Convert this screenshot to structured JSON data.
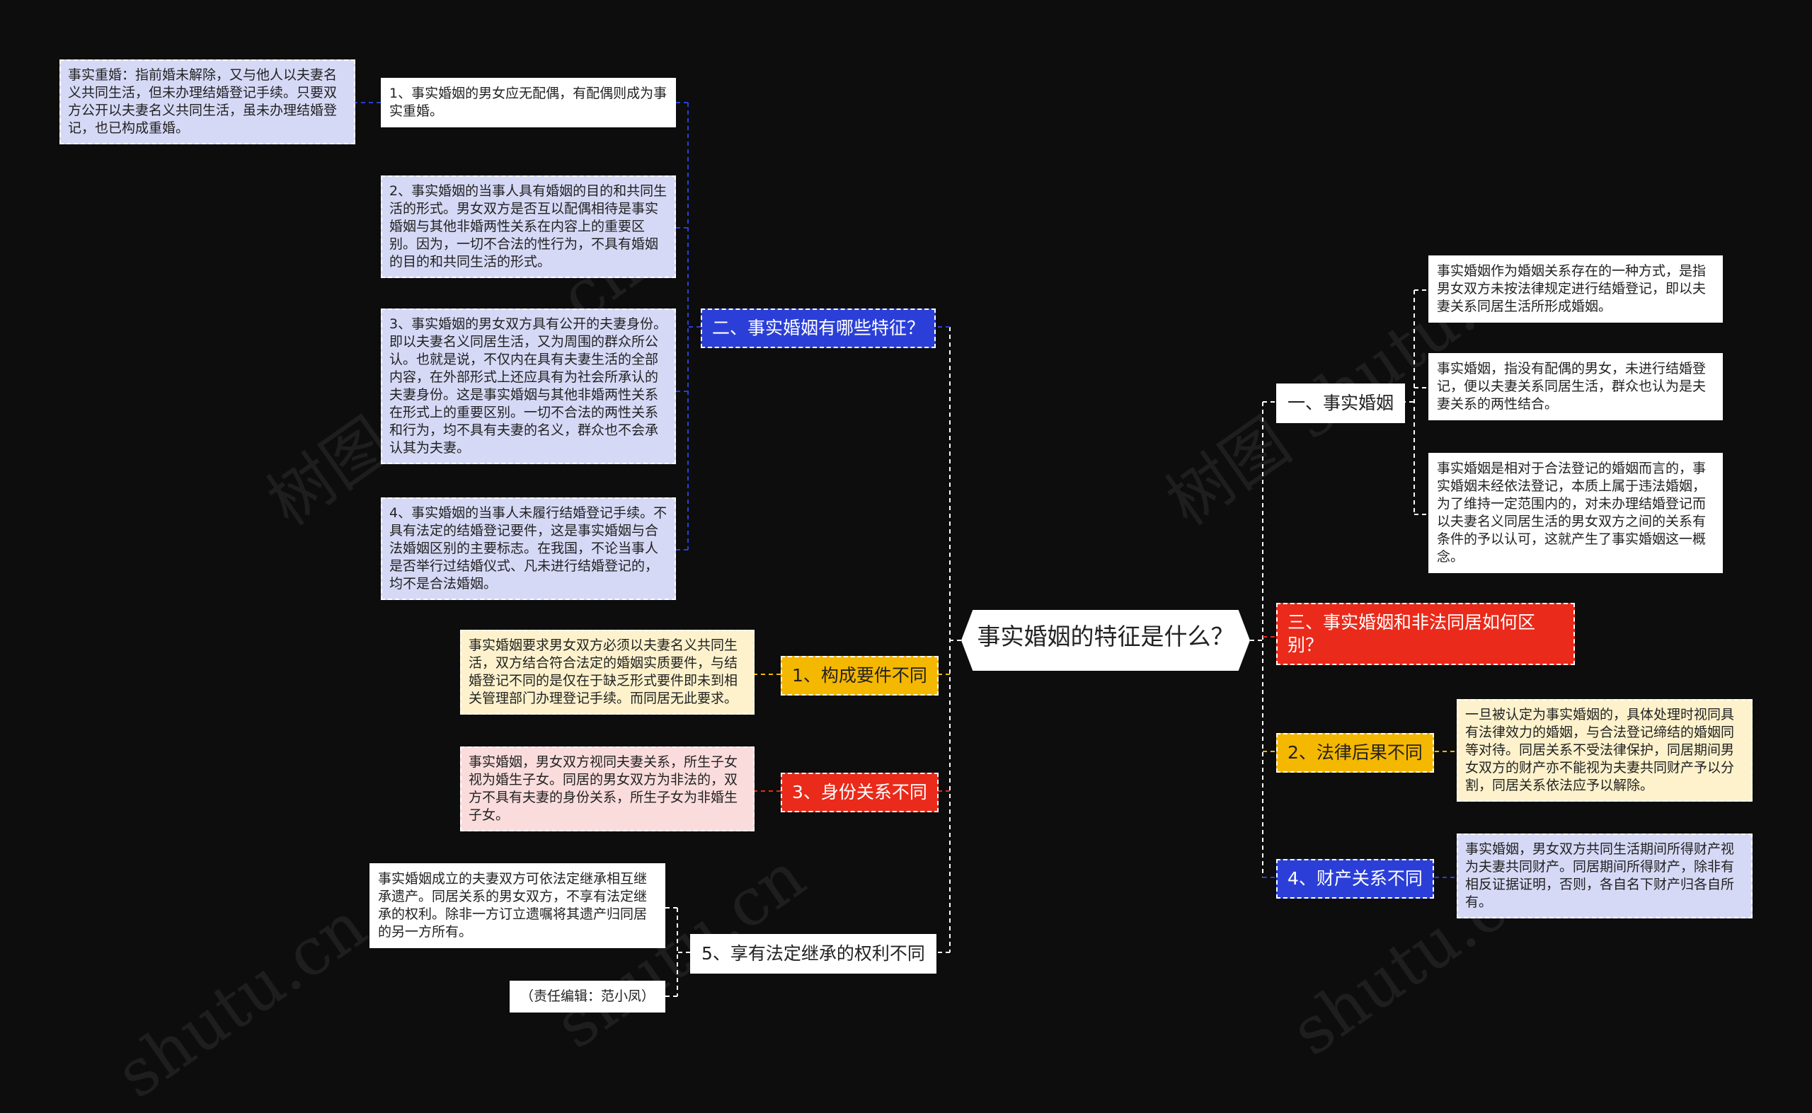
{
  "center": "事实婚姻的特征是什么？",
  "left_branches": [
    {
      "label": "二、事实婚姻有哪些特征？",
      "children": [
        {
          "text": "1、事实婚姻的男女应无配偶，有配偶则成为事实重婚。",
          "note": "事实重婚：指前婚未解除，又与他人以夫妻名义共同生活，但未办理结婚登记手续。只要双方公开以夫妻名义共同生活，虽未办理结婚登记，也已构成重婚。"
        },
        {
          "text": "2、事实婚姻的当事人具有婚姻的目的和共同生活的形式。男女双方是否互以配偶相待是事实婚姻与其他非婚两性关系在内容上的重要区别。因为，一切不合法的性行为，不具有婚姻的目的和共同生活的形式。"
        },
        {
          "text": "3、事实婚姻的男女双方具有公开的夫妻身份。即以夫妻名义同居生活，又为周围的群众所公认。也就是说，不仅内在具有夫妻生活的全部内容，在外部形式上还应具有为社会所承认的夫妻身份。这是事实婚姻与其他非婚两性关系在形式上的重要区别。一切不合法的两性关系和行为，均不具有夫妻的名义，群众也不会承认其为夫妻。"
        },
        {
          "text": "4、事实婚姻的当事人未履行结婚登记手续。不具有法定的结婚登记要件，这是事实婚姻与合法婚姻区别的主要标志。在我国，不论当事人是否举行过结婚仪式、凡未进行结婚登记的，均不是合法婚姻。"
        }
      ]
    },
    {
      "label": "1、构成要件不同",
      "children": [
        {
          "text": "事实婚姻要求男女双方必须以夫妻名义共同生活，双方结合符合法定的婚姻实质要件，与结婚登记不同的是仅在于缺乏形式要件即未到相关管理部门办理登记手续。而同居无此要求。"
        }
      ]
    },
    {
      "label": "3、身份关系不同",
      "children": [
        {
          "text": "事实婚姻，男女双方视同夫妻关系，所生子女视为婚生子女。同居的男女双方为非法的，双方不具有夫妻的身份关系，所生子女为非婚生子女。"
        }
      ]
    },
    {
      "label": "5、享有法定继承的权利不同",
      "children": [
        {
          "text": "事实婚姻成立的夫妻双方可依法定继承相互继承遗产。同居关系的男女双方，不享有法定继承的权利。除非一方订立遗嘱将其遗产归同居的另一方所有。"
        },
        {
          "text": "（责任编辑：范小凤）"
        }
      ]
    }
  ],
  "right_branches": [
    {
      "label": "一、事实婚姻",
      "children": [
        {
          "text": "事实婚姻作为婚姻关系存在的一种方式，是指男女双方未按法律规定进行结婚登记，即以夫妻关系同居生活所形成婚姻。"
        },
        {
          "text": "事实婚姻，指没有配偶的男女，未进行结婚登记，便以夫妻关系同居生活，群众也认为是夫妻关系的两性结合。"
        },
        {
          "text": "事实婚姻是相对于合法登记的婚姻而言的，事实婚姻未经依法登记，本质上属于违法婚姻，为了维持一定范围内的，对未办理结婚登记而以夫妻名义同居生活的男女双方之间的关系有条件的予以认可，这就产生了事实婚姻这一概念。"
        }
      ]
    },
    {
      "label": "三、事实婚姻和非法同居如何区别？",
      "children": []
    },
    {
      "label": "2、法律后果不同",
      "children": [
        {
          "text": "一旦被认定为事实婚姻的，具体处理时视同具有法律效力的婚姻，与合法登记缔结的婚姻同等对待。同居关系不受法律保护，同居期间男女双方的财产亦不能视为夫妻共同财产予以分割，同居关系依法应予以解除。"
        }
      ]
    },
    {
      "label": "4、财产关系不同",
      "children": [
        {
          "text": "事实婚姻，男女双方共同生活期间所得财产视为夫妻共同财产。同居期间所得财产，除非有相反证据证明，否则，各自名下财产归各自所有。"
        }
      ]
    }
  ],
  "watermarks": [
    "树图 shutu.cn",
    "树图 shutu.cn",
    "shutu.cn",
    "shutu.cn",
    "shutu.cn"
  ],
  "colors": {
    "blue": "#2b3fd8",
    "yellow": "#f5b800",
    "red": "#ea2a1a",
    "white": "#ffffff",
    "background": "#0d0d0d"
  }
}
